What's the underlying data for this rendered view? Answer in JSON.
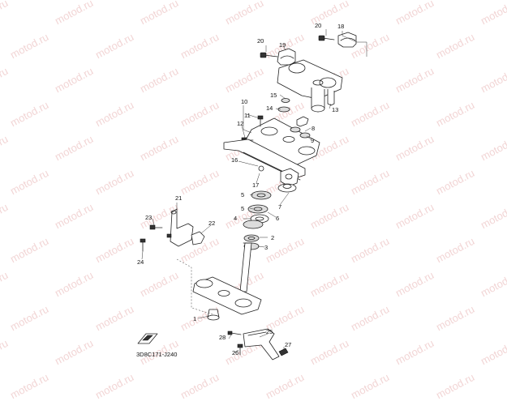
{
  "watermark_text": "motod.ru",
  "diagram_code": "3D8C171-J240",
  "callouts": [
    "1",
    "2",
    "3",
    "4",
    "5",
    "5",
    "6",
    "7",
    "8",
    "9",
    "10",
    "11",
    "12",
    "13",
    "14",
    "15",
    "16",
    "17",
    "18",
    "19",
    "20",
    "20",
    "21",
    "22",
    "23",
    "24",
    "25",
    "26",
    "27",
    "28"
  ]
}
